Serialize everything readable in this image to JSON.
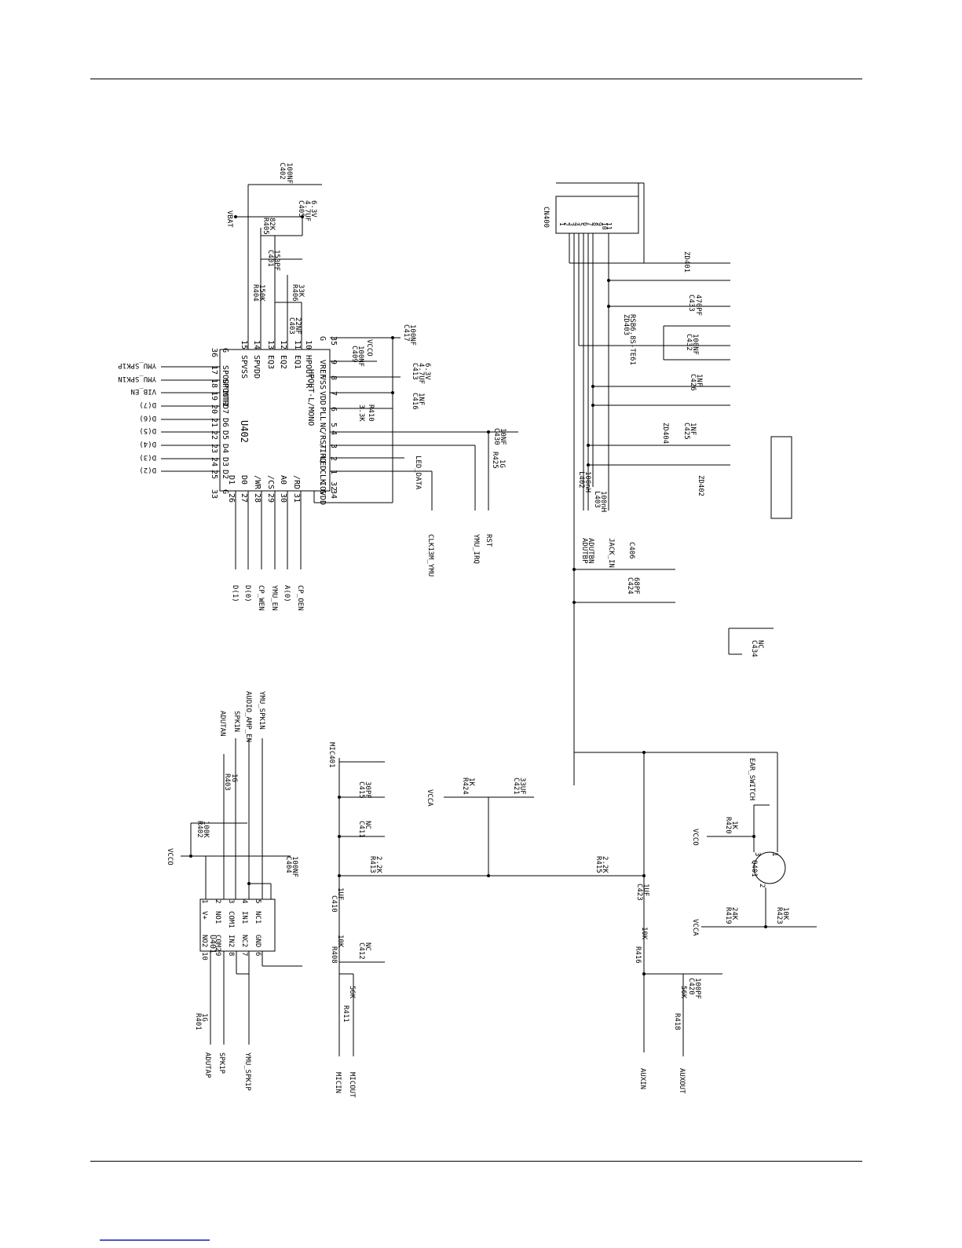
{
  "page": {
    "title_box": "AUDIO"
  },
  "labels": {
    "ic_u402": "U402",
    "ic_u401": "U401",
    "cn400": "CN400",
    "vbat": "VBAT",
    "vcco_top": "VCCO",
    "c402": "C402",
    "c402_val": "100NF",
    "c405": "C405",
    "c405_val": "4.7UF",
    "c405_v": "6.3V",
    "r405": "R405",
    "r405_val": "82K",
    "c401": "C401",
    "c401_val": "150PF",
    "r404": "R404",
    "r404_val": "150K",
    "r406": "R406",
    "r406_val": "33K",
    "c403": "C403",
    "c403_val": "22NF",
    "c417": "C417",
    "c417_val": "100NF",
    "c409": "C409",
    "c409_val": "100NF",
    "c413": "C413",
    "c413_val": "4.7UF",
    "c413_v": "6.3V",
    "c416": "C416",
    "c416_val": "1NF",
    "r410": "R410",
    "r410_val": "3.3K",
    "c430": "C430",
    "c430_val": "10NF",
    "r425": "R425",
    "r425_val": "1G",
    "led_data": "LED_DATA",
    "clk": "CLK13M_YMU",
    "ymu_irq": "YMU_IRQ",
    "rst": "RST",
    "out_ymu_spk1p": "YMU_SPK1P",
    "out_ymu_spk1n": "YMU_SPK1N",
    "out_vib_en": "VIB_EN",
    "out_d7": "D(7)",
    "out_d6": "D(6)",
    "out_d5": "D(5)",
    "out_d4": "D(4)",
    "out_d3": "D(3)",
    "out_d2": "D(2)",
    "b_d1": "D(1)",
    "b_d0": "D(0)",
    "b_cp_wen": "CP_WEN",
    "b_ymu_en": "YMU_EN",
    "b_a0": "A(0)",
    "b_cp_oen": "CP_OEN",
    "u402_pins_left": [
      "G",
      "SPOUT1",
      "SPOUT2",
      "MTR",
      "D7",
      "D6",
      "D5",
      "D4",
      "D3",
      "D2",
      "G"
    ],
    "u402_pins_left_num": [
      "36",
      "17",
      "18",
      "19",
      "20",
      "21",
      "22",
      "23",
      "24",
      "25",
      "33"
    ],
    "u402_pins_right": [
      "G",
      "VREF",
      "VSS",
      "VDD",
      "PLL",
      "NC",
      "/RST",
      "/IRQ",
      "LED",
      "CLK",
      "IOVDD",
      "G"
    ],
    "u402_pins_right_num": [
      "35",
      "9",
      "8",
      "7",
      "6",
      "5",
      "4",
      "3",
      "2",
      "1",
      "32",
      "34"
    ],
    "u402_pins_top": [
      "SPVSS",
      "SPVDD",
      "EQ3",
      "EQ2",
      "EQ1",
      "HPOUT-R"
    ],
    "u402_pins_top_num": [
      "15",
      "14",
      "13",
      "12",
      "11",
      "10"
    ],
    "u402_pins_bottom": [
      "D1",
      "D0",
      "/WR",
      "/CS",
      "A0",
      "/RD"
    ],
    "u402_pins_bottom_num": [
      "26",
      "27",
      "28",
      "29",
      "30",
      "31"
    ],
    "hpout_l": "HPOUT-L/MONO",
    "cn_pins": [
      "1",
      "2",
      "3",
      "4",
      "5",
      "6",
      "7",
      "8",
      "9",
      "10",
      "11"
    ],
    "zd401": "ZD401",
    "c433": "C433",
    "c433_val": "470PF",
    "zd403": "ZD403",
    "zd403_part": "RSB6.8S-TE61",
    "c432": "C432",
    "c432_val": "100NF",
    "c426": "C426",
    "c426_val": "1NF",
    "zd404": "ZD404",
    "c425": "C425",
    "c425_val": "1NF",
    "zd402": "ZD402",
    "l402": "L402",
    "l402_val": "100nH",
    "l403": "L403",
    "l403_val": "100nH",
    "adutbp": "ADUTBP",
    "adutbn": "ADUTBN",
    "jack_in": "JACK_IN",
    "c406": "C406",
    "c424": "C424",
    "c424_val": "68PF",
    "c434": "C434",
    "c434_val": "NC",
    "adutan": "ADUTAN",
    "spk1n": "SPK1N",
    "audio_amp_en": "AUDIO_AMP_EN",
    "ymu_spk1n": "YMU_SPK1N",
    "r403": "R403",
    "r403_val": "1G",
    "r402": "R402",
    "r402_val": "100K",
    "vcco_bot": "VCCO",
    "c404": "C404",
    "c404_val": "100NF",
    "u401_pins_a": [
      "V+",
      "NO1",
      "COM1",
      "IN1",
      "NC1"
    ],
    "u401_pins_a_num": [
      "1",
      "2",
      "3",
      "4",
      "5"
    ],
    "u401_pins_b": [
      "NO2",
      "COM2",
      "IN2",
      "NC2",
      "GND"
    ],
    "u401_pins_b_num": [
      "10",
      "9",
      "8",
      "7",
      "6"
    ],
    "r401": "R401",
    "r401_val": "1G",
    "adutap": "ADUTAP",
    "spk1p": "SPK1P",
    "ymu_spk1p": "YMU_SPK1P",
    "mic401": "MIC401",
    "c415": "C415",
    "c415_val": "30PF",
    "c411": "C411",
    "c411_val": "NC",
    "r424": "R424",
    "r424_val": "1K",
    "vcca1": "VCCA",
    "c421": "C421",
    "c421_val": "33UF",
    "r413": "R413",
    "r413_val": "2.2K",
    "c410": "C410",
    "c410_val": "1UF",
    "r408": "R408",
    "r408_val": "10K",
    "c412": "C412",
    "c412_val": "NC",
    "r411": "R411",
    "r411_val": "56K",
    "micin": "MICIN",
    "micout": "MICOUT",
    "r415": "R415",
    "r415_val": "2.2K",
    "c423": "C423",
    "c423_val": "1UF",
    "r416": "R416",
    "r416_val": "10K",
    "c420": "C420",
    "c420_val": "100PF",
    "r418": "R418",
    "r418_val": "56K",
    "auxin": "AUXIN",
    "auxout": "AUXOUT",
    "ear_switch": "EAR_SWITCH",
    "r420": "R420",
    "r420_val": "1K",
    "vcco_q": "VCCO",
    "q401": "Q401",
    "r419": "R419",
    "r419_val": "24K",
    "r423": "R423",
    "r423_val": "10K",
    "vcca2": "VCCA",
    "q_pins": [
      "3",
      "2",
      "1"
    ]
  }
}
